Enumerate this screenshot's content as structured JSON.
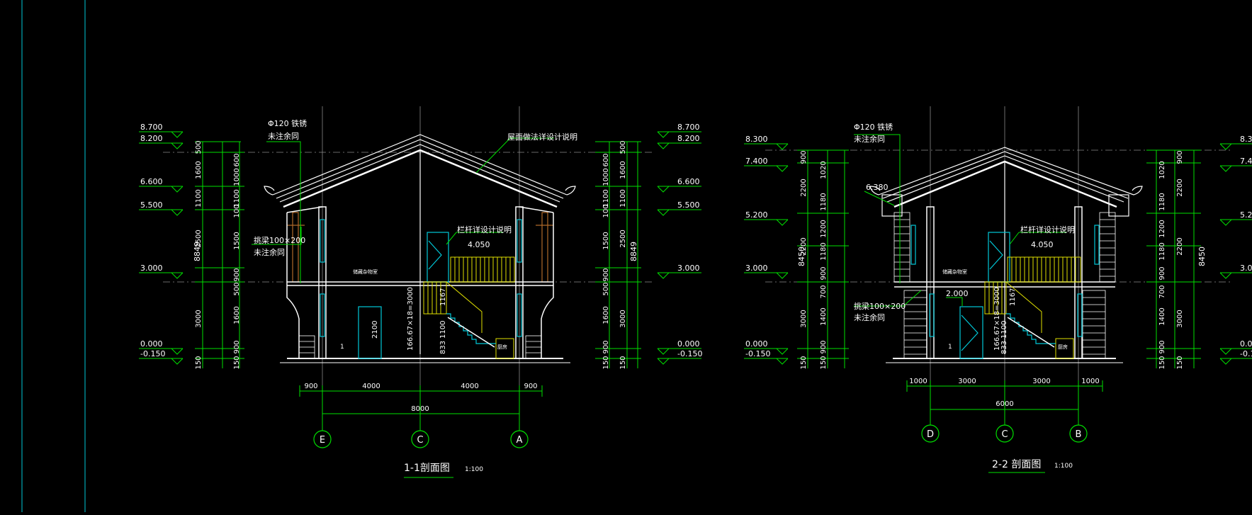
{
  "colors": {
    "background": "#000000",
    "dimension": "#00e000",
    "structure": "#ffffff",
    "grid_axis": "#8a8a8a",
    "opening": "#00c8d8",
    "railing": "#e0e000",
    "cut_wall": "#b06a2a",
    "text": "#ffffff",
    "frame": "#00c8d8"
  },
  "section_1": {
    "title": "1-1剖面图",
    "scale": "1:100",
    "left_levels": [
      "8.700",
      "8.200",
      "6.600",
      "5.500",
      "3.000",
      "0.000",
      "-0.150"
    ],
    "right_levels": [
      "8.700",
      "8.200",
      "6.600",
      "5.500",
      "3.000",
      "0.000",
      "-0.150"
    ],
    "left_dims_outer": [
      "500",
      "1600",
      "1100",
      "2500",
      "3000",
      "150"
    ],
    "left_dims_inner": [
      "600",
      "1000",
      "1100",
      "100",
      "1500",
      "900",
      "500",
      "1600",
      "900",
      "150"
    ],
    "right_dims_inner": [
      "600",
      "1000",
      "1100",
      "100",
      "1500",
      "900",
      "500",
      "1600",
      "900",
      "150"
    ],
    "right_dims_outer": [
      "500",
      "1600",
      "1100",
      "2500",
      "3000",
      "150"
    ],
    "total_height": "8849",
    "bottom_dims_row1": [
      "900",
      "4000",
      "4000",
      "900"
    ],
    "bottom_dims_row2": [
      "8000"
    ],
    "axes": [
      "E",
      "C",
      "A"
    ],
    "annotations": {
      "pipe": "Φ120 铁锈",
      "pipe_note": "未注余同",
      "roof_note": "屋面做法详设计说明",
      "railing_note": "栏杆详设计说明",
      "railing_level": "4.050",
      "beam": "挑梁100×200",
      "beam_note": "未注余同",
      "stair": "166.67×18=3000",
      "door_h": "2100",
      "stair_h1": "1100",
      "stair_h2": "833",
      "stair_h3": "1167",
      "room_upper": "储藏杂物室",
      "room_lower_1": "1",
      "room_lower_2": "厨房"
    }
  },
  "section_2": {
    "title": "2-2 剖面图",
    "scale": "1:100",
    "left_levels": [
      "8.300",
      "7.400",
      "5.200",
      "3.000",
      "0.000",
      "-0.150"
    ],
    "right_levels": [
      "8.3",
      "7.4",
      "5.2",
      "3.0",
      "0.0",
      "-0.1"
    ],
    "left_dims_outer": [
      "900",
      "2200",
      "2200",
      "3000",
      "150"
    ],
    "left_dims_inner": [
      "1020",
      "1180",
      "1200",
      "1180",
      "900",
      "700",
      "1400",
      "900",
      "150"
    ],
    "right_dims_inner": [
      "1020",
      "1180",
      "1200",
      "1180",
      "900",
      "700",
      "1400",
      "900",
      "150"
    ],
    "right_dims_outer": [
      "900",
      "2200",
      "2200",
      "3000",
      "150"
    ],
    "total_height": "8450",
    "bottom_dims_row1": [
      "1000",
      "3000",
      "3000",
      "1000"
    ],
    "bottom_dims_row2": [
      "6000"
    ],
    "axes": [
      "D",
      "C",
      "B"
    ],
    "annotations": {
      "pipe": "Φ120 铁锈",
      "pipe_note": "未注余同",
      "eave_level": "6.380",
      "railing_note": "栏杆详设计说明",
      "railing_level": "4.050",
      "beam": "挑梁100×200",
      "beam_note": "未注余同",
      "stair": "166.67×18=3000",
      "landing_level": "2.000",
      "stair_h1": "1100",
      "stair_h2": "833",
      "stair_h3": "1167",
      "room_upper": "储藏杂物室",
      "room_lower_1": "1",
      "room_lower_2": "厨房"
    }
  }
}
